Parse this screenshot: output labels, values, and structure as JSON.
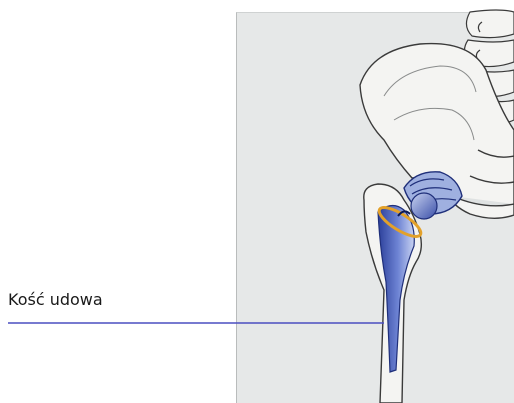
{
  "diagram": {
    "callouts": [
      {
        "label": "Kość udowa"
      }
    ],
    "colors": {
      "background_panel": "#e6e8e8",
      "leader_line": "#4a4ec0",
      "bone_fill": "#f4f4f2",
      "bone_stroke": "#3a3a3a",
      "implant_blue": "#2b3f9a",
      "implant_light": "#a9b8e6",
      "cup_ring": "#e3a12a"
    },
    "icons": [
      "pelvis-illustration",
      "femur-illustration",
      "hip-implant-illustration"
    ]
  }
}
